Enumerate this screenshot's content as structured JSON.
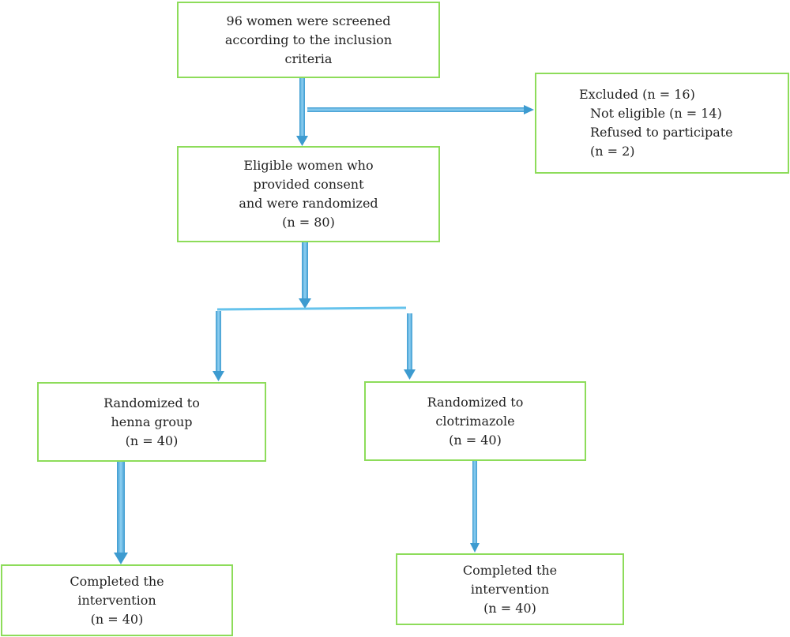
{
  "boxes": {
    "screened": {
      "lines": [
        "96 women were screened",
        "according to the inclusion",
        "criteria"
      ]
    },
    "excluded": {
      "lines": [
        "Excluded (n = 16)",
        "Not eligible (n = 14)",
        "Refused to participate",
        "(n = 2)"
      ]
    },
    "randomized": {
      "lines": [
        "Eligible women who",
        "provided consent",
        "and were randomized",
        "(n = 80)"
      ]
    },
    "henna_group": {
      "lines": [
        "Randomized to",
        "henna group",
        "(n = 40)"
      ]
    },
    "clotrimazole_group": {
      "lines": [
        "Randomized to",
        "clotrimazole",
        "(n = 40)"
      ]
    },
    "henna_completed": {
      "lines": [
        "Completed the",
        "intervention",
        "(n = 40)"
      ]
    },
    "clotrimazole_completed": {
      "lines": [
        "Completed the",
        "intervention",
        "(n = 40)"
      ]
    }
  },
  "colors": {
    "box_border": "#8ddc5a",
    "arrow_fill": "#5ab4e0",
    "arrow_stroke": "#3a8fc0"
  }
}
